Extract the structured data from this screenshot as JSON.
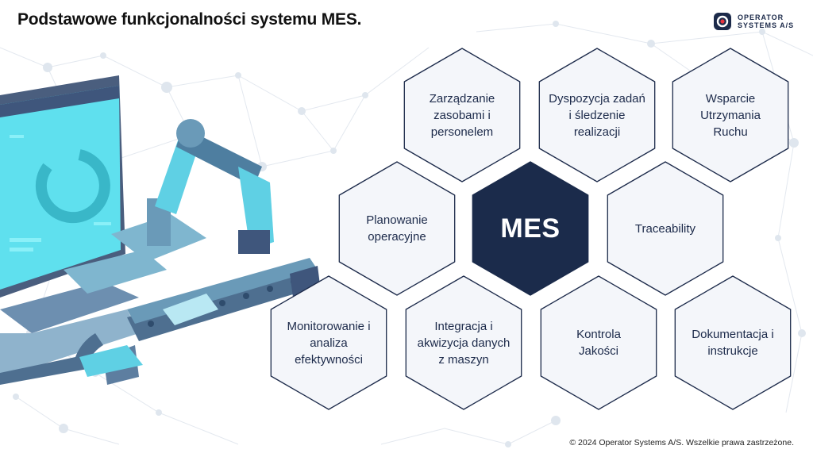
{
  "title": "Podstawowe funkcjonalności systemu MES.",
  "logo": {
    "line1": "OPERATOR",
    "line2": "SYSTEMS A/S",
    "icon": "operator-systems-logo-icon"
  },
  "diagram": {
    "center": "MES",
    "items": [
      "Zarządzanie\nzasobami i\npersonelem",
      "Dyspozycja zadań\ni śledzenie\nrealizacji",
      "Wsparcie\nUtrzymania\nRuchu",
      "Planowanie\noperacyjne",
      "Traceability",
      "Monitorowanie i\nanaliza\nefektywności",
      "Integracja i\nakwizycja danych\nz maszyn",
      "Kontrola\nJakości",
      "Dokumentacja i\ninstrukcje"
    ]
  },
  "footer": "© 2024 Operator Systems A/S. Wszelkie prawa zastrzeżone.",
  "colors": {
    "center_fill": "#1b2b4b",
    "hex_fill": "#f4f6fa",
    "hex_stroke": "#1c2a4a",
    "accent_cyan": "#5fe0ee",
    "accent_steel": "#6a9ab8"
  }
}
